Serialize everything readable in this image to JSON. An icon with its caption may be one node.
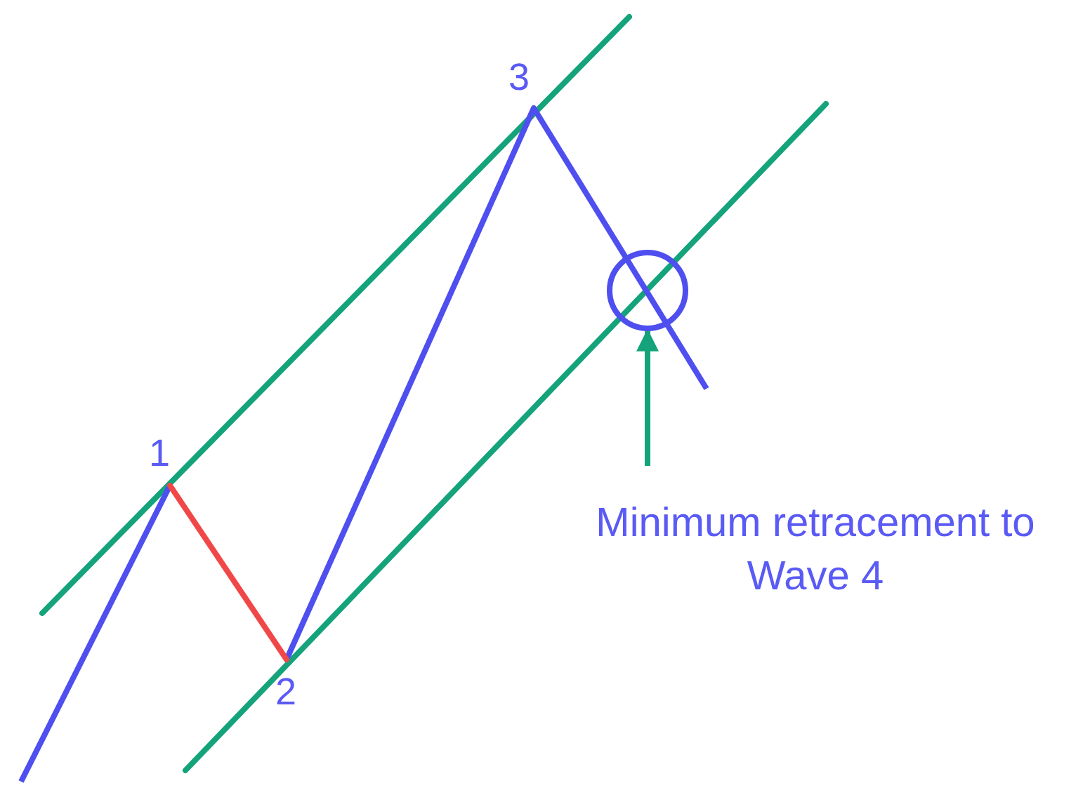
{
  "diagram": {
    "nodes": [
      {
        "text": [],
        "shape": "circle"
      },
      {
        "text": [
          "Minimum retracement to Wave 4"
        ]
      }
    ],
    "edges": [
      {
        "from": 1,
        "to": 0,
        "arrow": "to"
      }
    ],
    "labels": [
      "3",
      "1",
      "2"
    ]
  }
}
